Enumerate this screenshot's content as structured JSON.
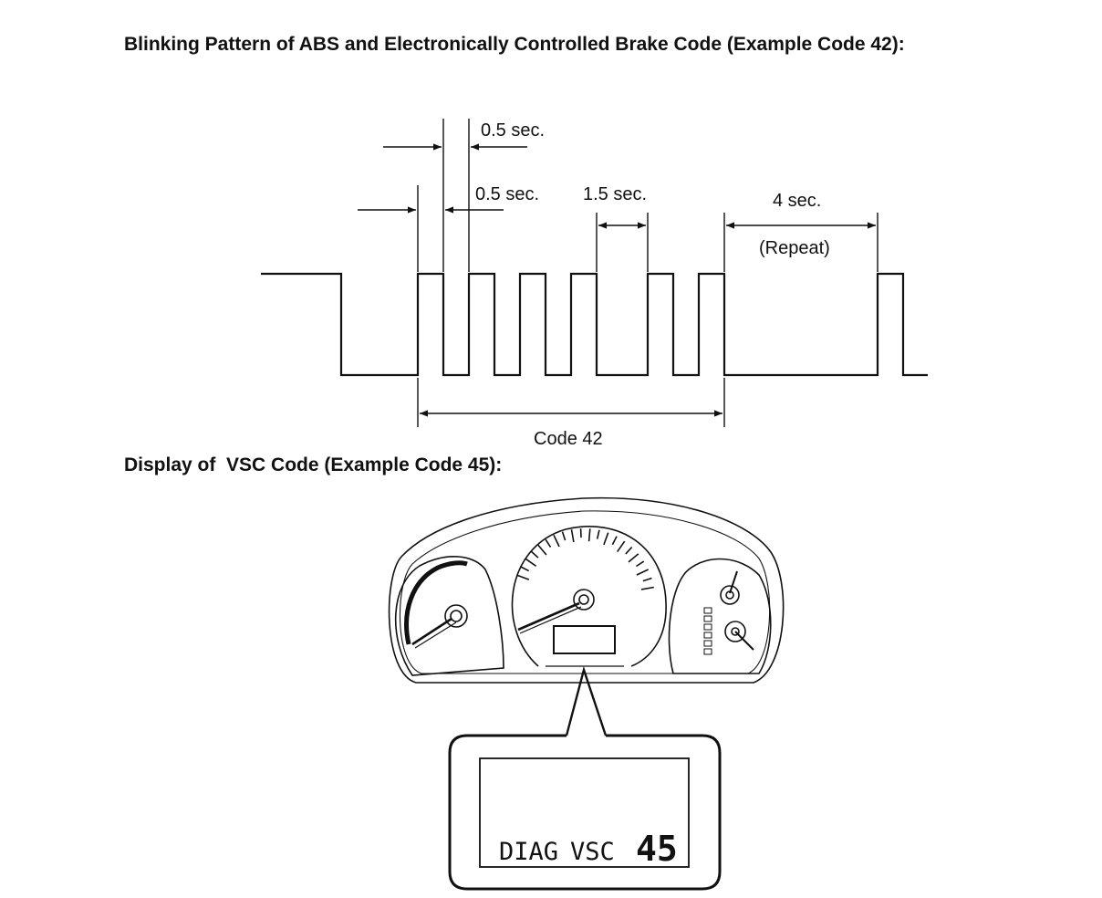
{
  "headings": {
    "blink_title": "Blinking Pattern of ABS and Electronically Controlled Brake Code (Example Code 42):",
    "vsc_title": "Display of  VSC Code (Example Code 45):"
  },
  "timing_diagram": {
    "labels": {
      "pulse_width": "0.5 sec.",
      "pulse_gap": "0.5 sec.",
      "digit_gap": "1.5 sec.",
      "repeat_gap": "4 sec.",
      "repeat_note": "(Repeat)",
      "code_span": "Code 42"
    },
    "code": {
      "first_digit_pulses": 4,
      "second_digit_pulses": 2
    }
  },
  "cluster": {
    "lcd_display": {
      "mode": "DIAG",
      "system": "VSC",
      "code": "45"
    }
  },
  "colors": {
    "line": "#111111",
    "background": "#ffffff"
  }
}
